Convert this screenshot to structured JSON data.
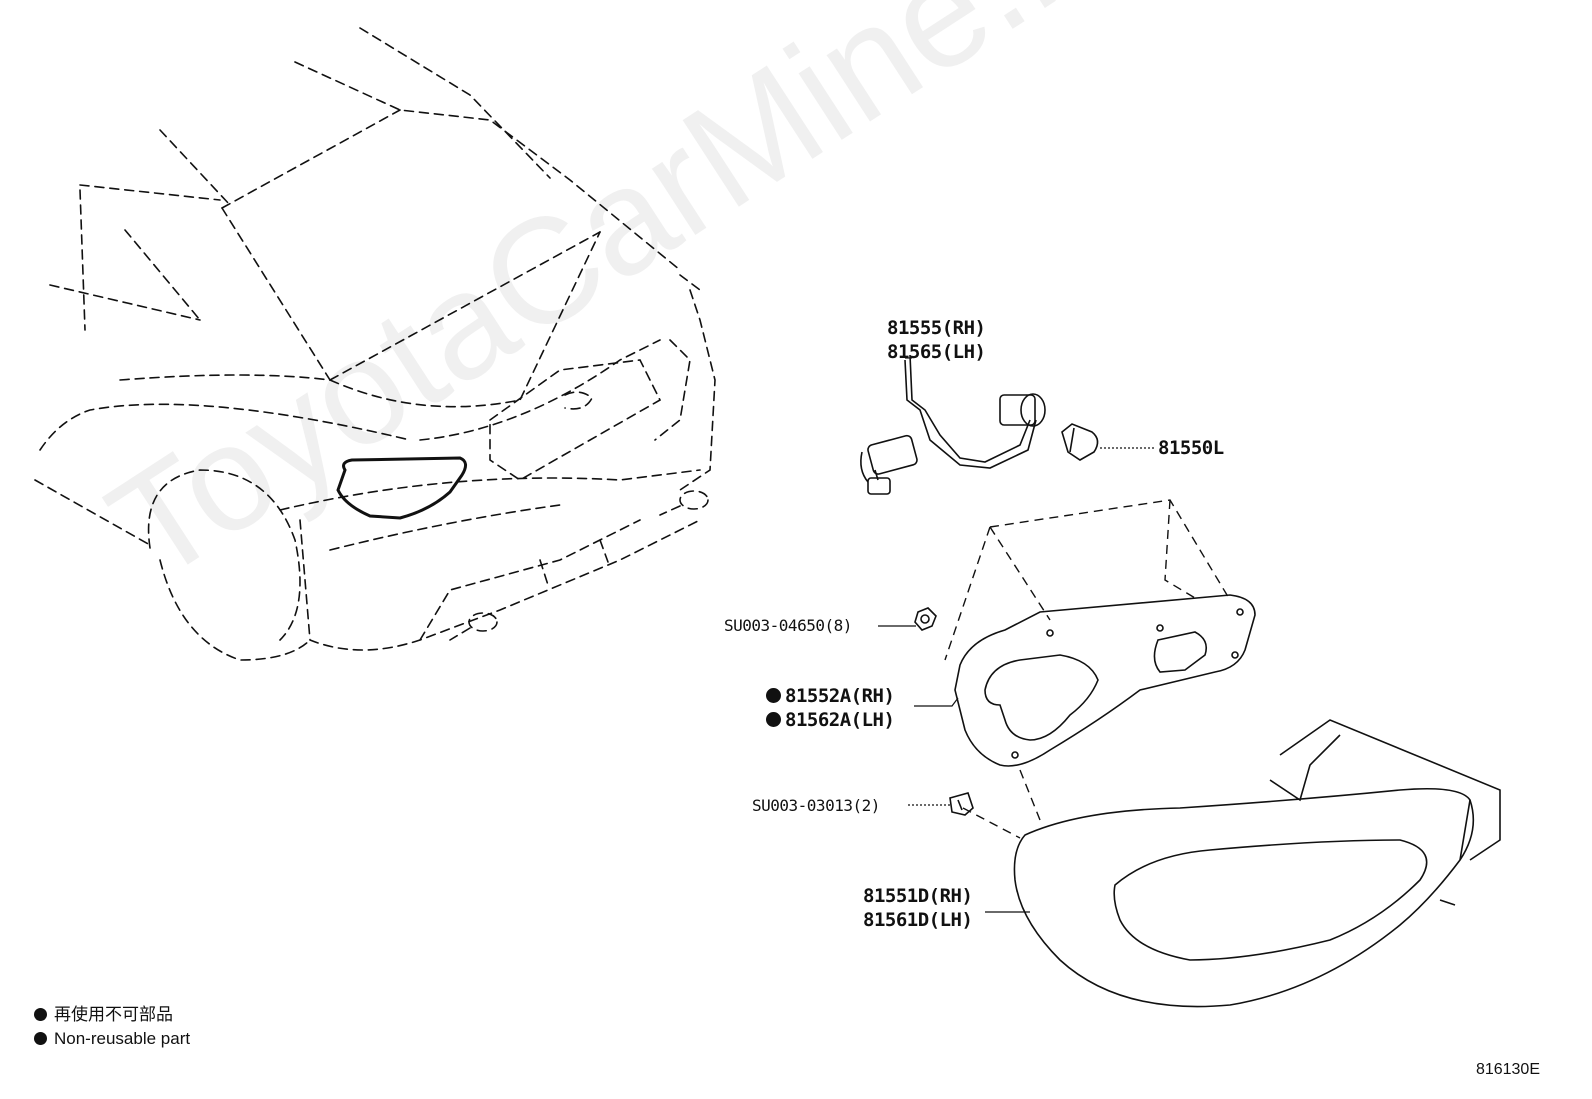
{
  "watermark": "ToyotaCarMine.ru",
  "callouts": {
    "socket_rh": "81555(RH)",
    "socket_lh": "81565(LH)",
    "bulb": "81550L",
    "nut": "SU003-04650(8)",
    "gasket_rh": "81552A(RH)",
    "gasket_lh": "81562A(LH)",
    "clip": "SU003-03013(2)",
    "lamp_rh": "81551D(RH)",
    "lamp_lh": "81561D(LH)"
  },
  "legend": {
    "line_jp": "再使用不可部品",
    "line_en": "Non-reusable part"
  },
  "illustration_code": "816130E"
}
